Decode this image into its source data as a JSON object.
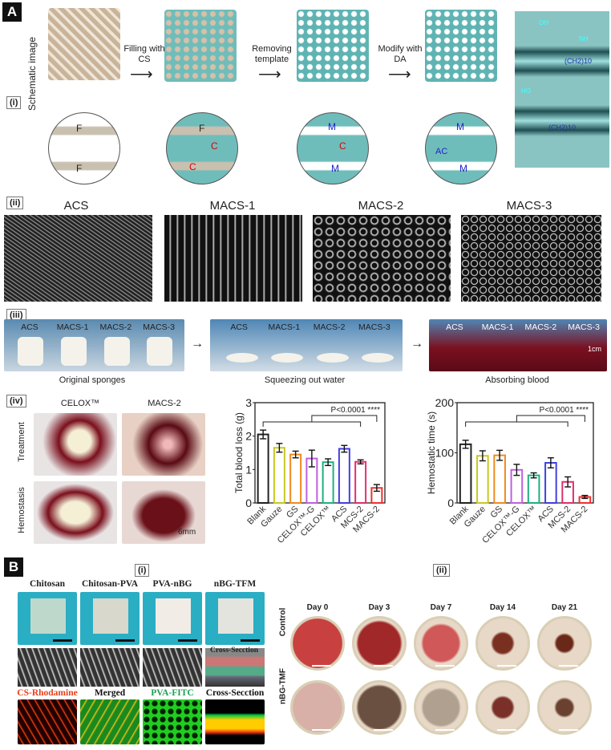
{
  "panel_a": {
    "label": "A",
    "sub_i": "(i)",
    "sub_ii": "(ii)",
    "sub_iii": "(iii)",
    "sub_iv": "(iv)",
    "schematic_label": "Schematic image",
    "steps": [
      "Filling with CS",
      "Removing template",
      "Modify with DA"
    ],
    "circle_marks": {
      "F": "F",
      "C": "C",
      "M": "M",
      "AC": "AC"
    },
    "chem_labels": [
      "(CH2)10",
      "OH",
      "HO",
      "NH"
    ],
    "micro_ct": [
      "ACS",
      "MACS-1",
      "MACS-2",
      "MACS-3"
    ],
    "sponge_labels": [
      "ACS",
      "MACS-1",
      "MACS-2",
      "MACS-3"
    ],
    "sponge_captions": [
      "Original sponges",
      "Squeezing out water",
      "Absorbing blood"
    ],
    "scale_1cm": "1cm",
    "iv_cols": [
      "CELOX™",
      "MACS-2"
    ],
    "iv_rows": [
      "Treatment",
      "Hemostasis"
    ],
    "scale_6mm": "6mm"
  },
  "chart_data": [
    {
      "type": "bar",
      "ylabel": "Total blood loss (g)",
      "ylim": [
        0,
        3
      ],
      "yticks": [
        0,
        1,
        2,
        3
      ],
      "categories": [
        "Blank",
        "Gauze",
        "GS",
        "CELOX™-G",
        "CELOX™",
        "ACS",
        "MCS-2",
        "MACS-2"
      ],
      "values": [
        2.05,
        1.65,
        1.45,
        1.33,
        1.22,
        1.62,
        1.23,
        0.45
      ],
      "errors": [
        0.13,
        0.13,
        0.1,
        0.25,
        0.1,
        0.1,
        0.06,
        0.1
      ],
      "annotation": "P<0.0001 ****",
      "colors": [
        "#222222",
        "#c8c820",
        "#f08a20",
        "#c060e0",
        "#20b080",
        "#4040e0",
        "#e0306a",
        "#f03030"
      ]
    },
    {
      "type": "bar",
      "ylabel": "Hemostatic time (s)",
      "ylim": [
        0,
        200
      ],
      "yticks": [
        0,
        100,
        200
      ],
      "categories": [
        "Blank",
        "Gauze",
        "GS",
        "CELOX™-G",
        "CELOX™",
        "ACS",
        "MCS-2",
        "MACS-2"
      ],
      "values": [
        117,
        94,
        95,
        66,
        55,
        80,
        42,
        12
      ],
      "errors": [
        8,
        10,
        10,
        11,
        5,
        10,
        10,
        3
      ],
      "annotation": "P<0.0001 ****",
      "colors": [
        "#222222",
        "#c8c820",
        "#f08a20",
        "#c060e0",
        "#20b080",
        "#4040e0",
        "#e0306a",
        "#f03030"
      ]
    }
  ],
  "panel_b": {
    "label": "B",
    "sub_i": "(i)",
    "sub_ii": "(ii)",
    "columns": [
      "Chitosan",
      "Chitosan-PVA",
      "PVA-nBG",
      "nBG-TFM"
    ],
    "cross_section_1": "Cross-Secction",
    "fluor": [
      "CS-Rhodamine",
      "Merged",
      "PVA-FITC",
      "Cross-Secction"
    ],
    "days": [
      "Day 0",
      "Day 3",
      "Day 7",
      "Day 14",
      "Day 21"
    ],
    "rows": [
      "Control",
      "nBG-TMF"
    ]
  }
}
